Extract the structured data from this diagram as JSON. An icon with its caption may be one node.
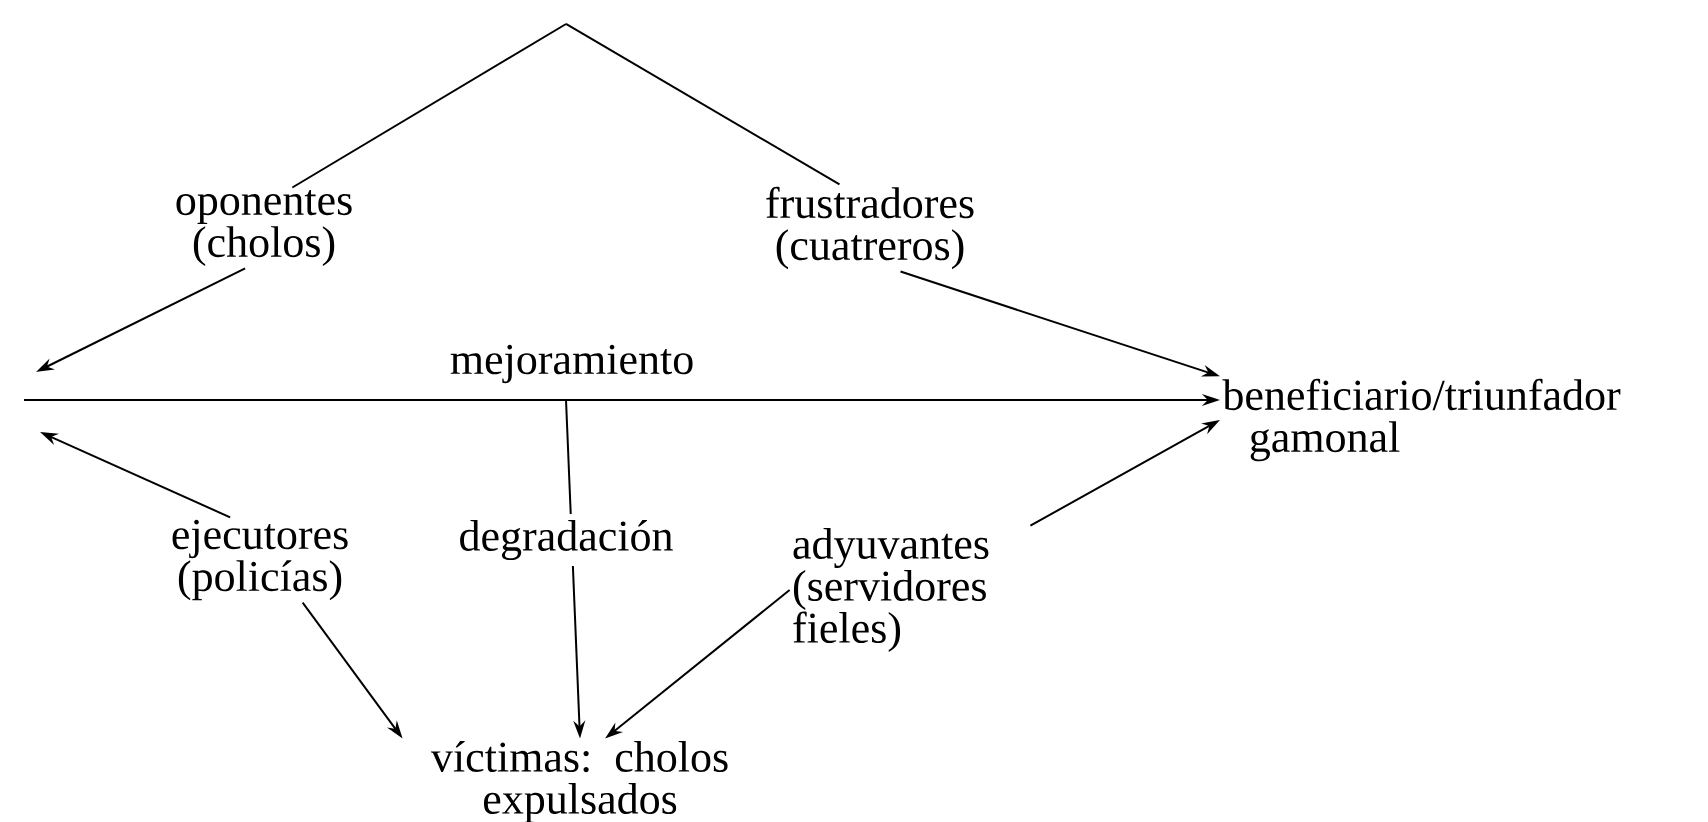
{
  "diagram": {
    "nodes": [
      {
        "text": [
          "oponentes (cholos)"
        ]
      },
      {
        "text": [
          "frustradores (cuatreros)"
        ]
      },
      {
        "text": [
          "beneficiario/triunfador",
          "gamonal"
        ]
      },
      {
        "text": [
          "ejecutores (policías)"
        ]
      },
      {
        "text": [
          "adyuvantes (servidores fieles)"
        ]
      },
      {
        "text": [
          "víctimas: cholos expulsados"
        ]
      }
    ],
    "edges": [
      {
        "from": null,
        "to": 0,
        "arrow": "none"
      },
      {
        "from": null,
        "to": 1,
        "arrow": "none"
      },
      {
        "from": 0,
        "to": null,
        "arrow": "to"
      },
      {
        "from": 1,
        "to": 2,
        "arrow": "to"
      },
      {
        "from": null,
        "to": 2,
        "arrow": "to",
        "label": "mejoramiento"
      },
      {
        "from": null,
        "to": 5,
        "arrow": "to",
        "label": "degradación"
      },
      {
        "from": 3,
        "to": null,
        "arrow": "to"
      },
      {
        "from": 3,
        "to": 5,
        "arrow": "to"
      },
      {
        "from": 4,
        "to": 2,
        "arrow": "to"
      },
      {
        "from": 4,
        "to": 5,
        "arrow": "to"
      }
    ]
  }
}
